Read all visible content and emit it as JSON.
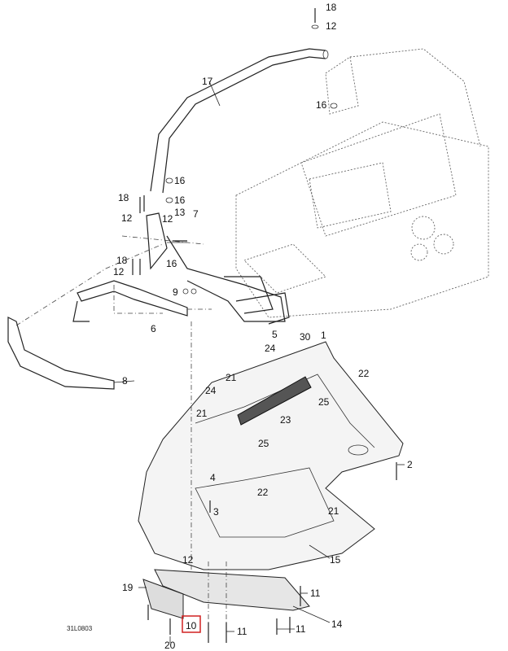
{
  "diagram": {
    "drawing_code": "31L0803",
    "highlight_color": "#d02020",
    "highlighted_callout": "10",
    "callouts": {
      "c18a": "18",
      "c12a": "12",
      "c17": "17",
      "c16a": "16",
      "c16b": "16",
      "c16c": "16",
      "c18b": "18",
      "c12b": "12",
      "c12c": "12",
      "c13": "13",
      "c7": "7",
      "c18c": "18",
      "c12d": "12",
      "c16d": "16",
      "c9": "9",
      "c6": "6",
      "c8": "8",
      "c5": "5",
      "c30": "30",
      "c1": "1",
      "c24a": "24",
      "c22a": "22",
      "c21a": "21",
      "c24b": "24",
      "c25a": "25",
      "c21b": "21",
      "c23": "23",
      "c25b": "25",
      "c2": "2",
      "c4": "4",
      "c22b": "22",
      "c21c": "21",
      "c3": "3",
      "c15": "15",
      "c12e": "12",
      "c19": "19",
      "c11a": "11",
      "c14": "14",
      "c11b": "11",
      "c11c": "11",
      "c10": "10",
      "c20": "20"
    }
  }
}
